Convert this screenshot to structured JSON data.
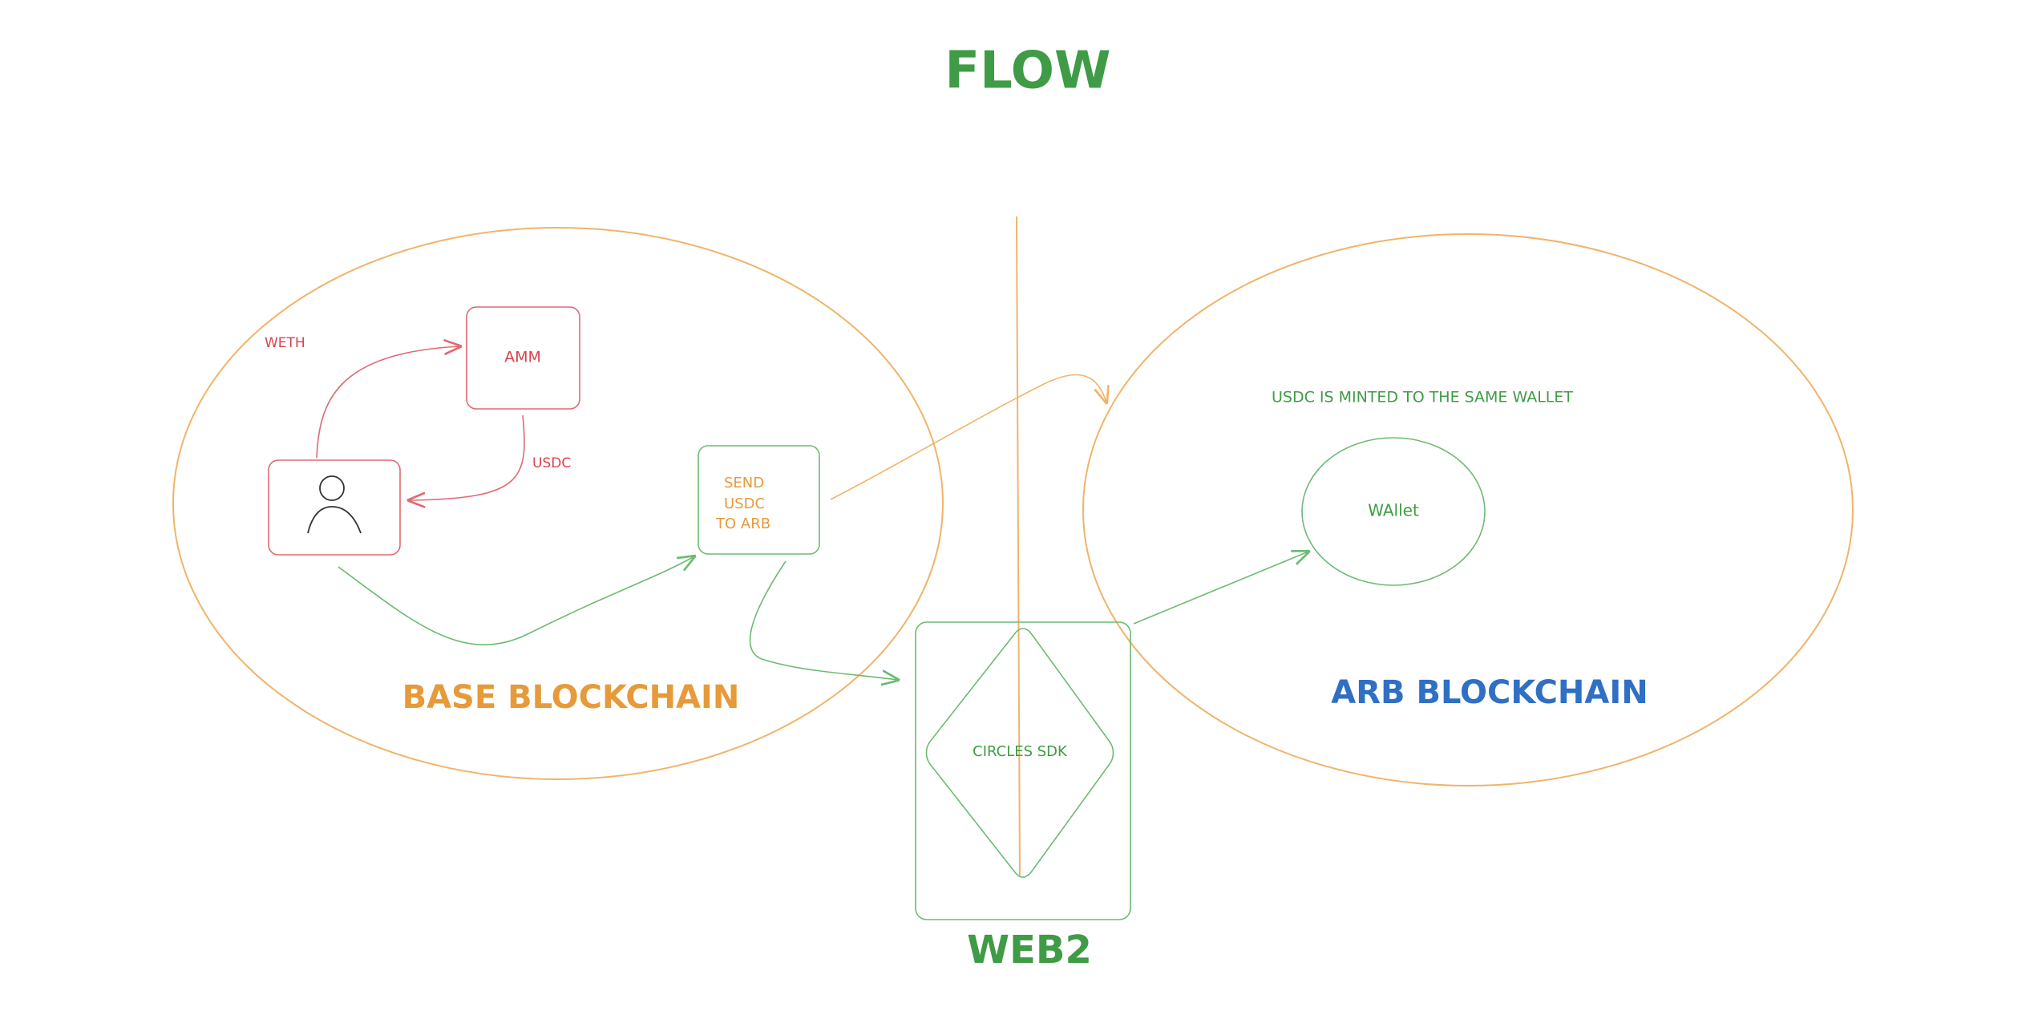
{
  "title": "FLOW",
  "regions": {
    "base": {
      "label": "BASE BLOCKCHAIN"
    },
    "arb": {
      "label": "ARB BLOCKCHAIN"
    },
    "web2": {
      "label": "WEB2"
    }
  },
  "nodes": {
    "amm": "AMM",
    "send_usdc": {
      "line1": "SEND",
      "line2": "USDC",
      "line3": "TO ARB"
    },
    "circles_sdk": "CIRCLES SDK",
    "wallet": "WAllet"
  },
  "edge_labels": {
    "weth": "WETH",
    "usdc": "USDC",
    "minted_note": "USDC IS MINTED TO THE SAME WALLET"
  },
  "colors": {
    "green": "#3f9b45",
    "orange": "#e69a3a",
    "red": "#d9434d",
    "blue": "#2f6fc4",
    "line_green": "#6dbb73",
    "line_orange": "#f0b46a",
    "line_red": "#e06a72",
    "user_icon": "#333333"
  },
  "icons": {
    "user": "user-icon"
  }
}
